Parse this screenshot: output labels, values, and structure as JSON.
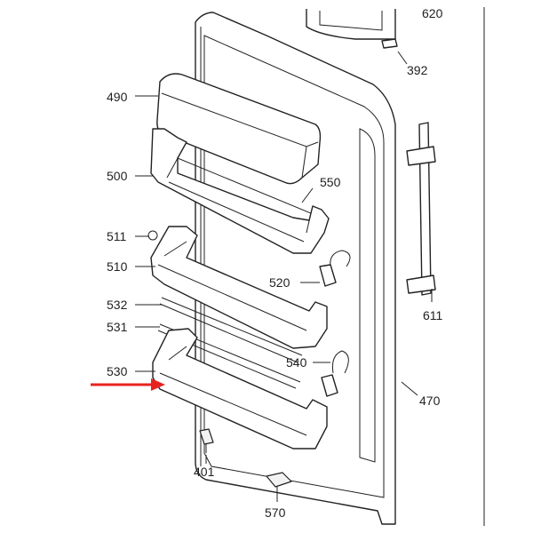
{
  "diagram": {
    "labels": {
      "l620": "620",
      "l392": "392",
      "l490": "490",
      "l500": "500",
      "l550": "550",
      "l511": "511",
      "l510": "510",
      "l520": "520",
      "l532": "532",
      "l531": "531",
      "l540": "540",
      "l530": "530",
      "l401": "401",
      "l570": "570",
      "l611": "611",
      "l470": "470"
    },
    "colors": {
      "line": "#222222",
      "arrow": "#e8231f",
      "fill": "#f2f2f2"
    },
    "highlight_arrow_target": "530"
  }
}
